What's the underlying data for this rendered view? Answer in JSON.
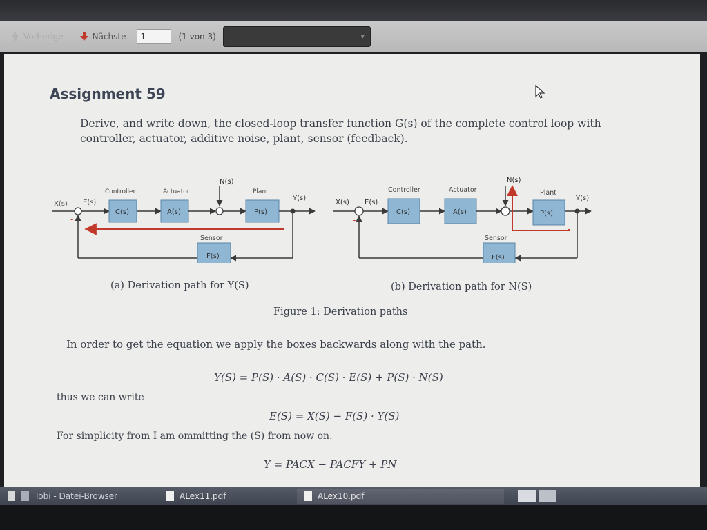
{
  "toolbar": {
    "prev_label": "Vorherige",
    "next_label": "Nächste",
    "page_value": "1",
    "page_count": "(1 von 3)"
  },
  "doc": {
    "heading": "Assignment 59",
    "task_line1": "Derive, and write down, the closed-loop transfer function G(s) of the complete control loop with",
    "task_line2": "controller, actuator, additive noise, plant, sensor (feedback).",
    "diagram_labels": {
      "controller": "Controller",
      "actuator": "Actuator",
      "plant": "Plant",
      "sensor": "Sensor",
      "c_block": "C(s)",
      "a_block": "A(s)",
      "p_block": "P(s)",
      "f_block": "F(s)",
      "x": "X(s)",
      "e": "E(s)",
      "y": "Y(s)",
      "n": "N(s)",
      "minus": "-"
    },
    "caption_a": "(a) Derivation path for Y(S)",
    "caption_b": "(b) Derivation path for N(S)",
    "figure_caption": "Figure 1: Derivation paths",
    "para1": "In order to get the equation we apply the boxes backwards along with the path.",
    "eq1": "Y(S) = P(S) · A(S) · C(S) · E(S) + P(S) · N(S)",
    "para2": "thus we can write",
    "eq2": "E(S) = X(S) − F(S) · Y(S)",
    "para3": "For simplicity from I am ommitting the (S) from now on.",
    "eq3": "Y = PACX − PACFY + PN"
  },
  "taskbar": {
    "item1": "Tobi - Datei-Browser",
    "item2": "ALex11.pdf",
    "item3": "ALex10.pdf"
  },
  "colors": {
    "block_fill": "#8fb6d3",
    "block_stroke": "#5a86a8",
    "path_red": "#c0392b"
  }
}
